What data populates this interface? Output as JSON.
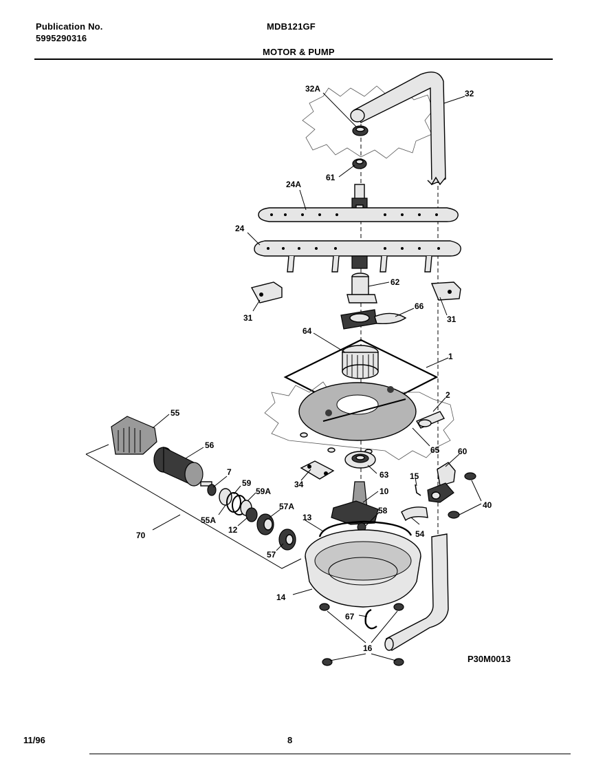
{
  "header": {
    "publication_label": "Publication No.",
    "publication_number": "5995290316",
    "model": "MDB121GF",
    "section": "MOTOR & PUMP"
  },
  "footer": {
    "date": "11/96",
    "page": "8"
  },
  "diagram": {
    "code": "P30M0013",
    "callouts": {
      "c32A": "32A",
      "c32": "32",
      "c61": "61",
      "c24A": "24A",
      "c24": "24",
      "c62": "62",
      "c31a": "31",
      "c31b": "31",
      "c66": "66",
      "c64": "64",
      "c1": "1",
      "c2": "2",
      "c55": "55",
      "c56": "56",
      "c65": "65",
      "c60": "60",
      "c7": "7",
      "c59": "59",
      "c59A": "59A",
      "c34": "34",
      "c63": "63",
      "c15": "15",
      "c10": "10",
      "c40": "40",
      "c55A": "55A",
      "c57A": "57A",
      "c12": "12",
      "c13": "13",
      "c58": "58",
      "c70": "70",
      "c54": "54",
      "c57": "57",
      "c14": "14",
      "c67": "67",
      "c16": "16"
    }
  }
}
